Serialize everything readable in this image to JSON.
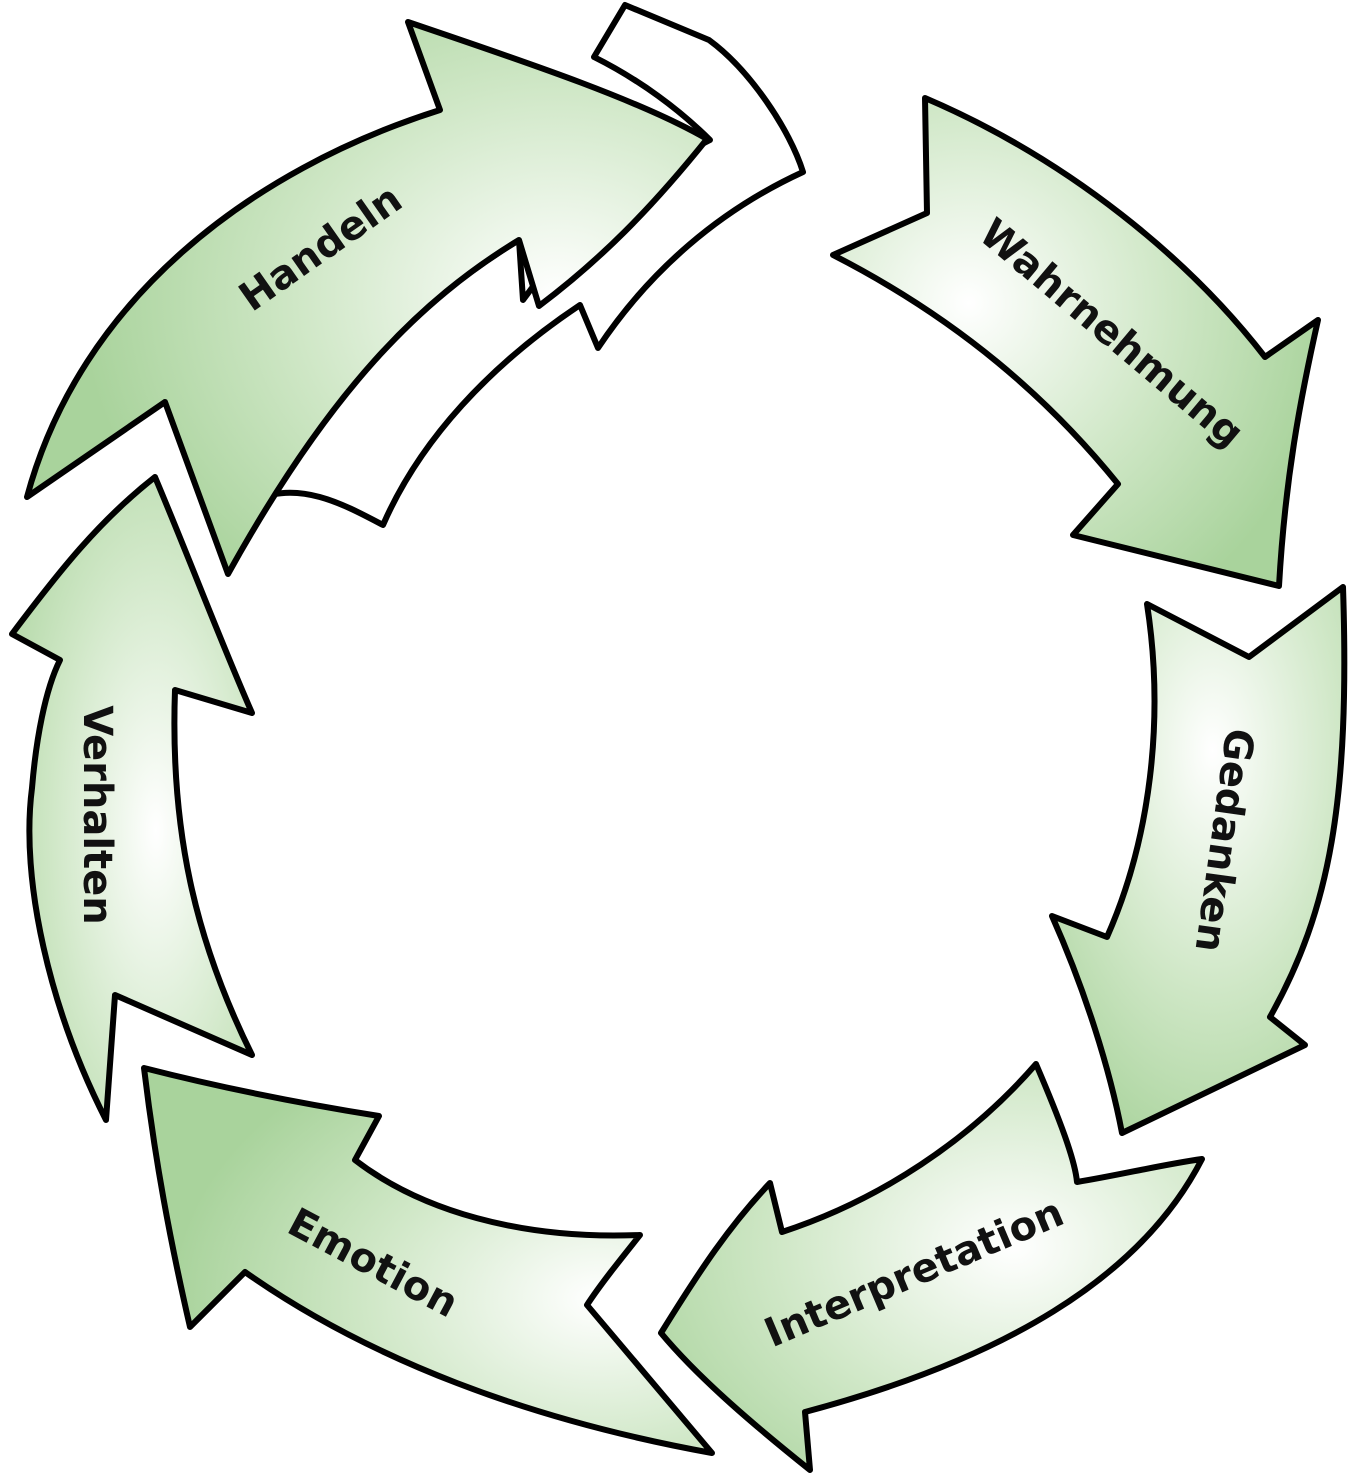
{
  "colors": {
    "arrow_fill_base": "#a9d39c",
    "arrow_fill_light": "#ffffff",
    "outline": "#000000"
  },
  "cycle": {
    "steps": [
      {
        "label": "Wahrnehmung"
      },
      {
        "label": "Gedanken"
      },
      {
        "label": "Interpretation"
      },
      {
        "label": "Emotion"
      },
      {
        "label": "Verhalten"
      },
      {
        "label": "Handeln"
      }
    ]
  }
}
